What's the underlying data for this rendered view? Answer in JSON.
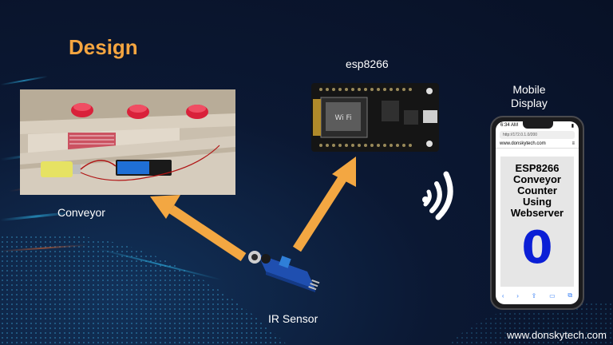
{
  "slide": {
    "title": "Design",
    "labels": {
      "conveyor": "Conveyor",
      "esp": "esp8266",
      "mobile_line1": "Mobile",
      "mobile_line2": "Display",
      "sensor": "IR Sensor"
    },
    "footer_url": "www.donskytech.com"
  },
  "phone": {
    "status_time": "6:34 AM",
    "address": "http://172.0.1.0/200",
    "site": "www.donskytech.com",
    "heading": "ESP8266\nConveyor\nCounter\nUsing\nWebserver",
    "counter": "0"
  },
  "colors": {
    "accent": "#f5a540",
    "arrow": "#f3a742",
    "counter": "#0b1fd6",
    "background": "#0b1530"
  },
  "icons": [
    "wifi-signal-icon",
    "arrow-icon",
    "menu-icon",
    "back-icon",
    "forward-icon",
    "share-icon",
    "bookmarks-icon",
    "tabs-icon"
  ]
}
